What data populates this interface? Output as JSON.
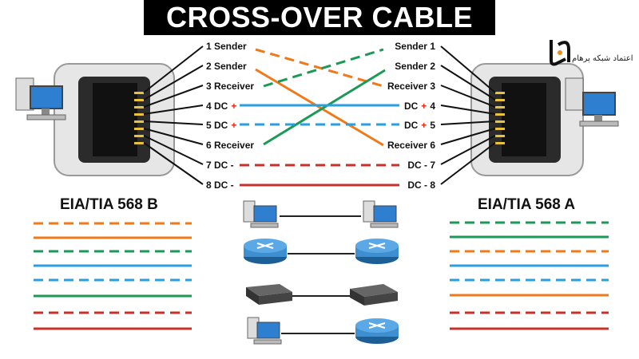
{
  "title": "CROSS-OVER CABLE",
  "left_pins": [
    {
      "label": "1 Sender",
      "plus": ""
    },
    {
      "label": "2 Sender",
      "plus": ""
    },
    {
      "label": "3 Receiver",
      "plus": ""
    },
    {
      "label": "4 DC",
      "plus": "+"
    },
    {
      "label": "5 DC",
      "plus": "+"
    },
    {
      "label": "6 Receiver",
      "plus": ""
    },
    {
      "label": "7 DC -",
      "plus": ""
    },
    {
      "label": "8 DC -",
      "plus": ""
    }
  ],
  "right_pins": [
    {
      "label": "Sender 1",
      "plus": ""
    },
    {
      "label": "Sender 2",
      "plus": ""
    },
    {
      "label": "Receiver 3",
      "plus": ""
    },
    {
      "label": "4",
      "plus": "+",
      "prefix": "DC"
    },
    {
      "label": "5",
      "plus": "+",
      "prefix": "DC"
    },
    {
      "label": "Receiver 6",
      "plus": ""
    },
    {
      "label": "DC - 7",
      "plus": ""
    },
    {
      "label": "DC - 8",
      "plus": ""
    }
  ],
  "standard_left": "EIA/TIA 568 B",
  "standard_right": "EIA/TIA 568 A",
  "logo_text": "اعتماد شبکه پرهام",
  "colors": {
    "orange": "#f07a1a",
    "green": "#1a9a55",
    "blue": "#2a9fe0",
    "brown": "#c8302a"
  }
}
